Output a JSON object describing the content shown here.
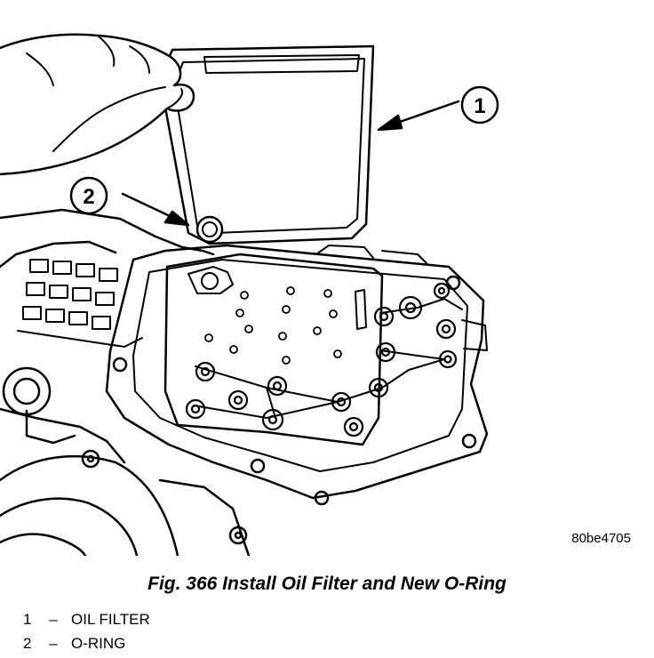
{
  "figure": {
    "callouts": [
      {
        "number": "1"
      },
      {
        "number": "2"
      }
    ],
    "image_code": "80be4705",
    "caption": "Fig. 366 Install Oil Filter and New O-Ring",
    "legend": [
      {
        "number": "1",
        "dash": "–",
        "label": "OIL FILTER"
      },
      {
        "number": "2",
        "dash": "–",
        "label": "O-RING"
      }
    ]
  }
}
